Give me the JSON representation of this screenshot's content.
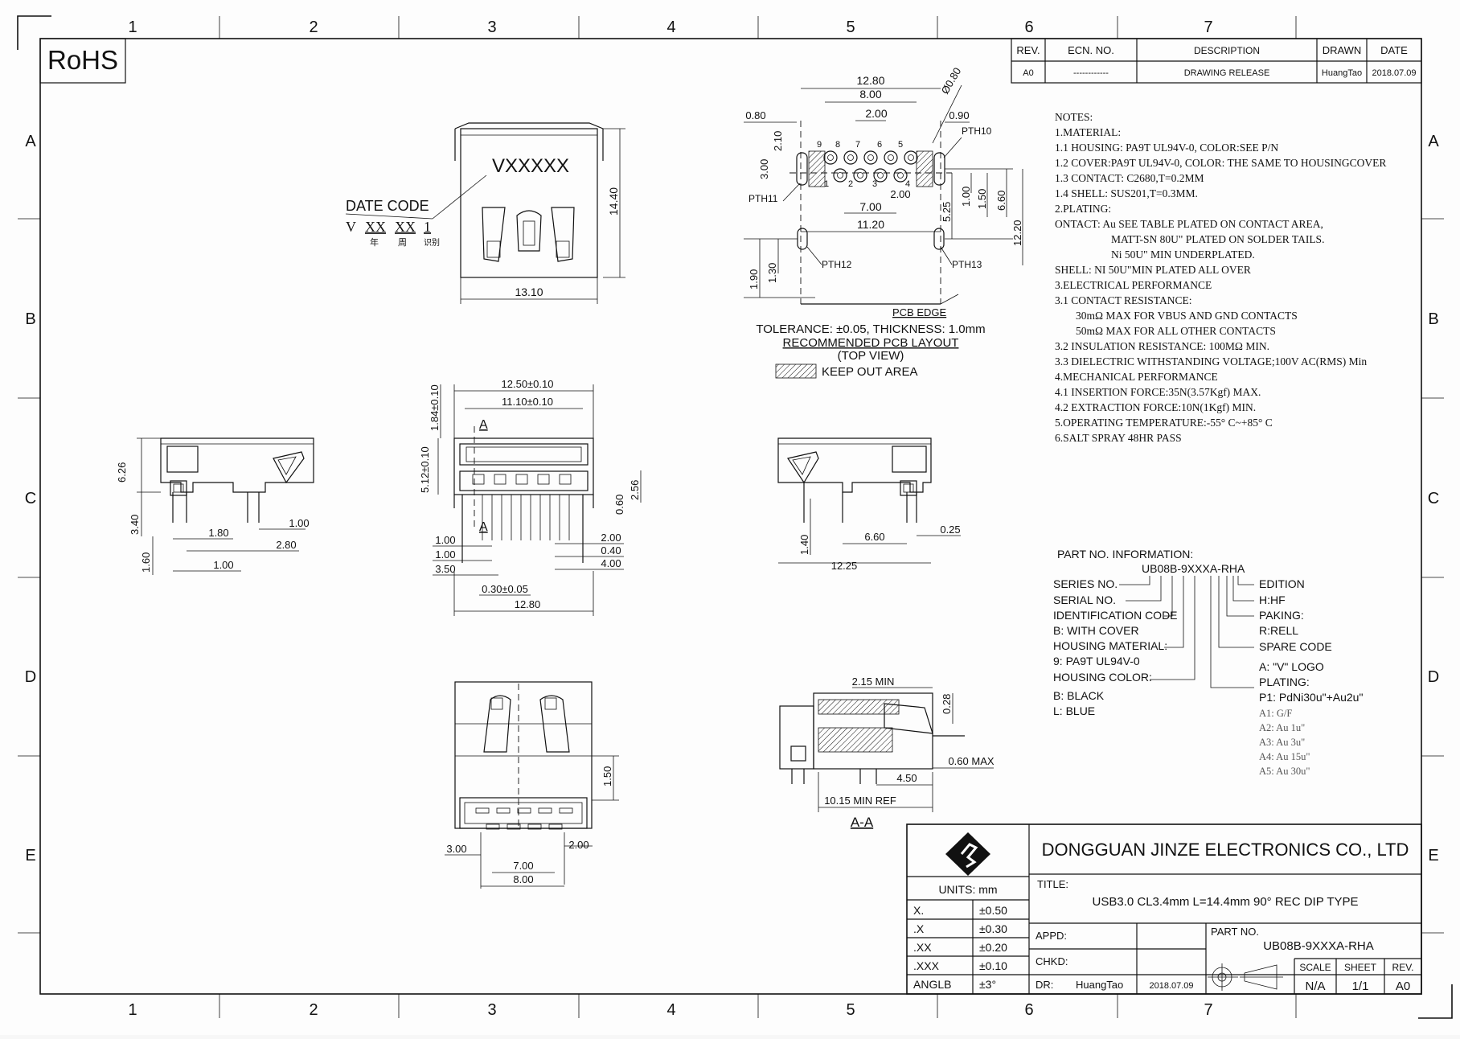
{
  "rohs": "RoHS",
  "zones": {
    "cols": [
      "1",
      "2",
      "3",
      "4",
      "5",
      "6",
      "7"
    ],
    "rows": [
      "A",
      "B",
      "C",
      "D",
      "E"
    ]
  },
  "revision_table": {
    "headers": [
      "REV.",
      "ECN. NO.",
      "DESCRIPTION",
      "DRAWN",
      "DATE"
    ],
    "row": [
      "A0",
      "------------",
      "DRAWING RELEASE",
      "HuangTao",
      "2018.07.09"
    ]
  },
  "top_view": {
    "stamp": "VXXXXX",
    "date_code_label": "DATE CODE",
    "date_code_format": [
      "V",
      "XX",
      "XX",
      "1"
    ],
    "date_code_sub": [
      "年",
      "周",
      "识别"
    ],
    "dim_height": "14.40",
    "dim_width": "13.10"
  },
  "pcb_layout": {
    "dims": [
      "12.80",
      "8.00",
      "2.00",
      "0.80",
      "0.90",
      "Ø0.80",
      "2.10",
      "3.00",
      "7.00",
      "2.00",
      "11.20",
      "5.25",
      "1.00",
      "1.50",
      "6.60",
      "12.20",
      "1.90",
      "1.30"
    ],
    "pin_numbers": [
      "9",
      "8",
      "7",
      "6",
      "5",
      "1",
      "2",
      "3",
      "4"
    ],
    "pth_labels": [
      "PTH10",
      "PTH11",
      "PTH12",
      "PTH13"
    ],
    "pcb_edge": "PCB EDGE",
    "tolerance": "TOLERANCE: ±0.05, THICKNESS: 1.0mm",
    "title": "RECOMMENDED PCB LAYOUT",
    "subtitle": "(TOP VIEW)",
    "keepout": "KEEP OUT AREA"
  },
  "notes": [
    "NOTES:",
    "1.MATERIAL:",
    "1.1 HOUSING: PA9T UL94V-0, COLOR:SEE P/N",
    "1.2 COVER:PA9T UL94V-0, COLOR: THE SAME TO HOUSINGCOVER",
    "1.3 CONTACT: C2680,T=0.2MM",
    "1.4 SHELL: SUS201,T=0.3MM.",
    "2.PLATING:",
    "ONTACT: Au SEE TABLE PLATED ON CONTACT AREA,",
    "MATT-SN 80U\" PLATED ON SOLDER TAILS.",
    "Ni 50U\" MIN UNDERPLATED.",
    "SHELL: NI 50U\"MIN PLATED ALL OVER",
    "3.ELECTRICAL PERFORMANCE",
    "3.1 CONTACT RESISTANCE:",
    "30mΩ MAX FOR VBUS AND GND CONTACTS",
    "50mΩ MAX FOR ALL OTHER CONTACTS",
    "3.2 INSULATION RESISTANCE: 100MΩ MIN.",
    "3.3 DIELECTRIC WITHSTANDING VOLTAGE;100V AC(RMS) Min",
    "4.MECHANICAL PERFORMANCE",
    "4.1 INSERTION FORCE:35N(3.57Kgf) MAX.",
    "4.2 EXTRACTION FORCE:10N(1Kgf) MIN.",
    "5.OPERATING TEMPERATURE:-55° C~+85° C",
    "6.SALT SPRAY 48HR PASS"
  ],
  "side_left": {
    "dims": [
      "6.26",
      "3.40",
      "1.60",
      "1.80",
      "1.00",
      "2.80",
      "1.00"
    ]
  },
  "front_view": {
    "dims": [
      "12.50±0.10",
      "11.10±0.10",
      "1.84±0.10",
      "5.12±0.10",
      "2.56",
      "0.60",
      "1.00",
      "1.00",
      "3.50",
      "2.00",
      "0.40",
      "4.00",
      "0.30±0.05",
      "12.80"
    ],
    "section_mark": "A"
  },
  "side_right": {
    "dims": [
      "1.40",
      "6.60",
      "0.25",
      "12.25"
    ]
  },
  "part_info": {
    "title": "PART NO. INFORMATION:",
    "part_no": "UB08B-9XXXA-RHA",
    "left_labels": [
      "SERIES NO.",
      "SERIAL NO.",
      "IDENTIFICATION CODE",
      "B: WITH COVER",
      "HOUSING MATERIAL:",
      "9: PA9T UL94V-0",
      "HOUSING COLOR:",
      "B: BLACK",
      "L: BLUE"
    ],
    "right_labels": [
      "EDITION",
      "H:HF",
      "PAKING:",
      "R:RELL",
      "SPARE CODE",
      "A: \"V\" LOGO",
      "PLATING:",
      "P1: PdNi30u\"+Au2u\""
    ],
    "plating_options": [
      "A1: G/F",
      "A2: Au 1u\"",
      "A3: Au 3u\"",
      "A4: Au 15u\"",
      "A5: Au 30u\""
    ]
  },
  "bottom_view": {
    "dims": [
      "1.50",
      "3.00",
      "2.00",
      "7.00",
      "8.00"
    ]
  },
  "section_view": {
    "dims": [
      "2.15 MIN",
      "0.28",
      "0.60 MAX",
      "4.50",
      "10.15 MIN REF"
    ],
    "label": "A-A"
  },
  "title_block": {
    "company": "DONGGUAN JINZE ELECTRONICS CO., LTD",
    "units_label": "UNITS:  mm",
    "tolerances": [
      [
        "X.",
        "±0.50"
      ],
      [
        ".X",
        "±0.30"
      ],
      [
        ".XX",
        "±0.20"
      ],
      [
        ".XXX",
        "±0.10"
      ],
      [
        "ANGLB",
        "±3°"
      ]
    ],
    "title_label": "TITLE:",
    "title": "USB3.0 CL3.4mm L=14.4mm 90° REC DIP TYPE",
    "appd": "APPD:",
    "chkd": "CHKD:",
    "dr_label": "DR:",
    "dr_name": "HuangTao",
    "dr_date": "2018.07.09",
    "part_no_label": "PART NO.",
    "part_no": "UB08B-9XXXA-RHA",
    "scale_label": "SCALE",
    "scale": "N/A",
    "sheet_label": "SHEET",
    "sheet": "1/1",
    "rev_label": "REV.",
    "rev": "A0"
  }
}
